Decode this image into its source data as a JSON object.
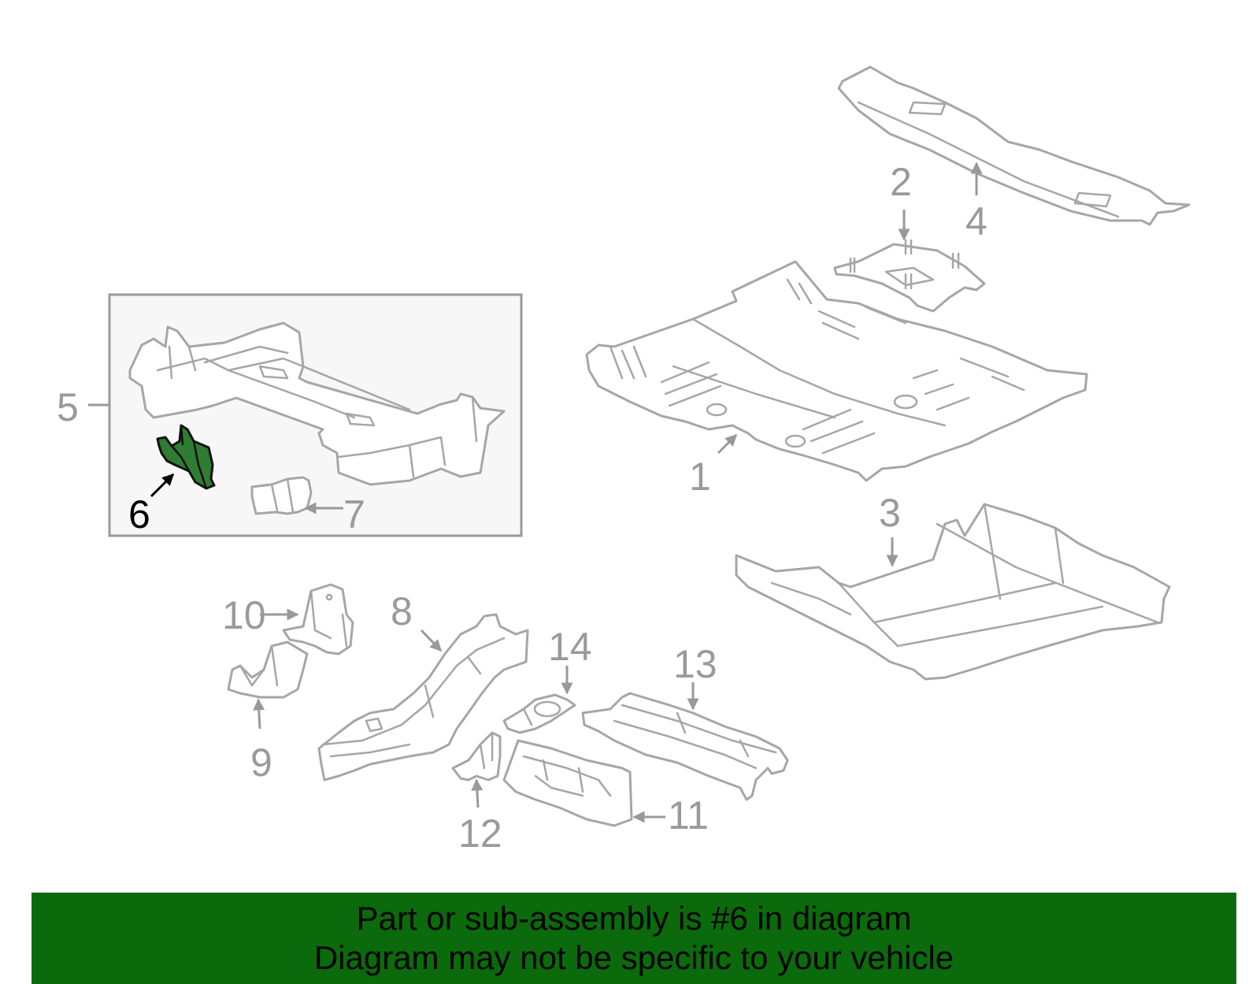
{
  "callouts": {
    "c1": "1",
    "c2": "2",
    "c3": "3",
    "c4": "4",
    "c5": "5",
    "c6": "6",
    "c7": "7",
    "c8": "8",
    "c9": "9",
    "c10": "10",
    "c11": "11",
    "c12": "12",
    "c13": "13",
    "c14": "14"
  },
  "highlighted_part": "6",
  "colors": {
    "highlight_fill": "#2e7d32",
    "banner_background": "#0b6a0b",
    "part_stroke": "#a6a6a6",
    "inset_background": "#f7f7f7"
  },
  "banner": {
    "line1": "Part or sub-assembly is #6 in diagram",
    "line2": "Diagram may not be specific to your vehicle"
  }
}
